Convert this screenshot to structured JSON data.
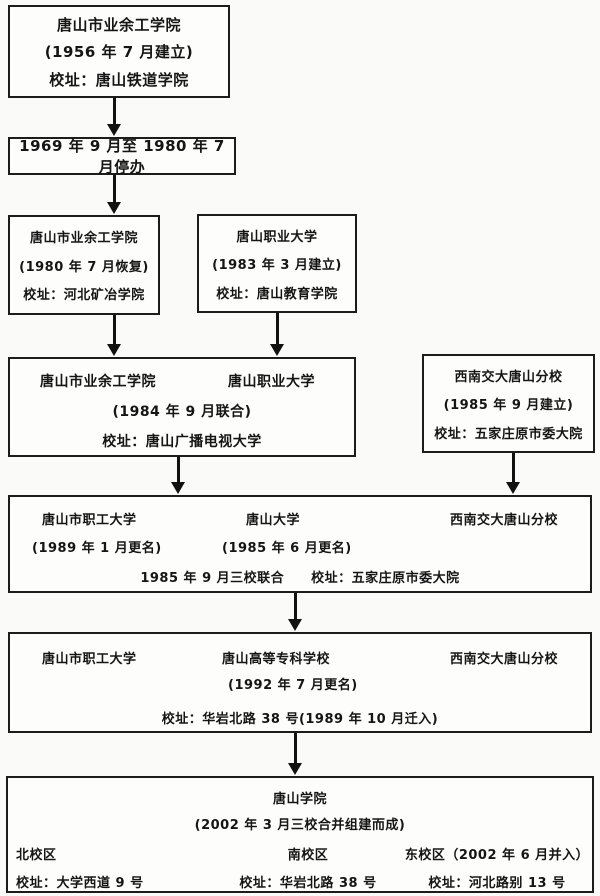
{
  "colors": {
    "page_bg": "#fafaf8",
    "box_bg": "#fdfdfc",
    "line_color": "#1c1c1c",
    "text_color": "#151515"
  },
  "flowchart": {
    "box1": {
      "line1": "唐山市业余工学院",
      "line2": "(1956 年 7 月建立)",
      "line3": "校址：唐山铁道学院"
    },
    "box2": {
      "line1": "1969 年 9 月至 1980 年 7 月停办"
    },
    "box3": {
      "line1": "唐山市业余工学院",
      "line2": "(1980 年 7 月恢复)",
      "line3": "校址：河北矿冶学院"
    },
    "box4": {
      "line1": "唐山职业大学",
      "line2": "(1983 年 3 月建立)",
      "line3": "校址：唐山教育学院"
    },
    "box5": {
      "left_title": "唐山市业余工学院",
      "right_title": "唐山职业大学",
      "line2": "(1984 年 9 月联合)",
      "line3": "校址：唐山广播电视大学"
    },
    "box6": {
      "line1": "西南交大唐山分校",
      "line2": "(1985 年 9 月建立)",
      "line3": "校址：五家庄原市委大院"
    },
    "box7": {
      "col1_title": "唐山市职工大学",
      "col1_sub": "(1989 年 1 月更名)",
      "col2_title": "唐山大学",
      "col2_sub": "(1985 年 6 月更名)",
      "col3_title": "西南交大唐山分校",
      "bottom_line": "1985 年 9 月三校联合　　校址：五家庄原市委大院"
    },
    "box8": {
      "col1_title": "唐山市职工大学",
      "col2_title": "唐山高等专科学校",
      "col2_sub": "(1992 年 7 月更名)",
      "col3_title": "西南交大唐山分校",
      "bottom_line": "校址：华岩北路 38 号(1989 年 10 月迁入)"
    },
    "box9": {
      "title": "唐山学院",
      "subtitle": "(2002 年 3 月三校合并组建而成)",
      "campuses": [
        {
          "name": "北校区",
          "addr": "校址：大学西道 9 号"
        },
        {
          "name": "南校区",
          "addr": "校址：华岩北路 38 号"
        },
        {
          "name": "东校区（2002 年 6 月并入）",
          "addr": "校址：河北路别 13 号"
        }
      ]
    }
  }
}
